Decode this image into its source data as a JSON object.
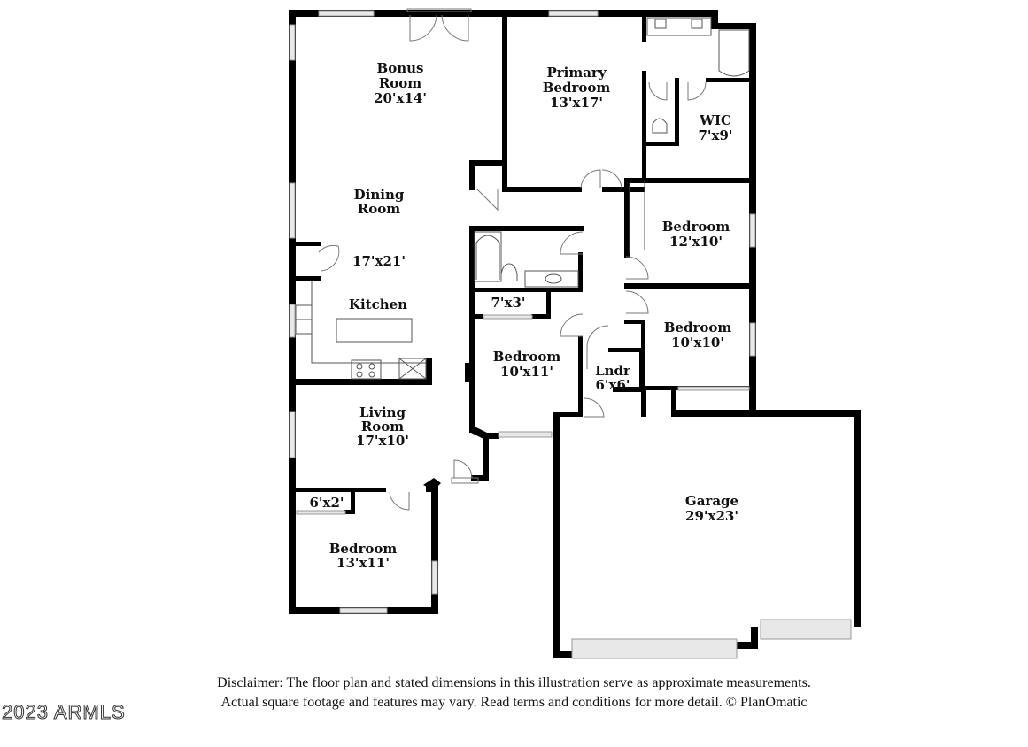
{
  "rooms": {
    "bonus_room": {
      "name_line1": "Bonus",
      "name_line2": "Room",
      "dims": "20'x14'"
    },
    "primary_bedroom": {
      "name_line1": "Primary",
      "name_line2": "Bedroom",
      "dims": "13'x17'"
    },
    "wic": {
      "name": "WIC",
      "dims": "7'x9'"
    },
    "dining_room": {
      "name_line1": "Dining",
      "name_line2": "Room",
      "dims": "17'x21'"
    },
    "bedroom_2": {
      "name": "Bedroom",
      "dims": "12'x10'"
    },
    "closet_hall": {
      "dims": "7'x3'"
    },
    "kitchen": {
      "name": "Kitchen"
    },
    "bedroom_3": {
      "name": "Bedroom",
      "dims": "10'x10'"
    },
    "bedroom_4": {
      "name": "Bedroom",
      "dims": "10'x11'"
    },
    "laundry": {
      "name": "Lndr",
      "dims": "6'x6'"
    },
    "living_room": {
      "name_line1": "Living",
      "name_line2": "Room",
      "dims": "17'x10'"
    },
    "garage": {
      "name": "Garage",
      "dims": "29'x23'"
    },
    "closet_small": {
      "dims": "6'x2'"
    },
    "bedroom_5": {
      "name": "Bedroom",
      "dims": "13'x11'"
    }
  },
  "footer": {
    "disclaimer_line1": "Disclaimer: The floor plan and stated dimensions in this illustration serve as approximate measurements.",
    "disclaimer_line2": "Actual square footage and features may vary. Read terms and conditions for more detail. © PlanOmatic",
    "watermark": "2023 ARMLS"
  }
}
